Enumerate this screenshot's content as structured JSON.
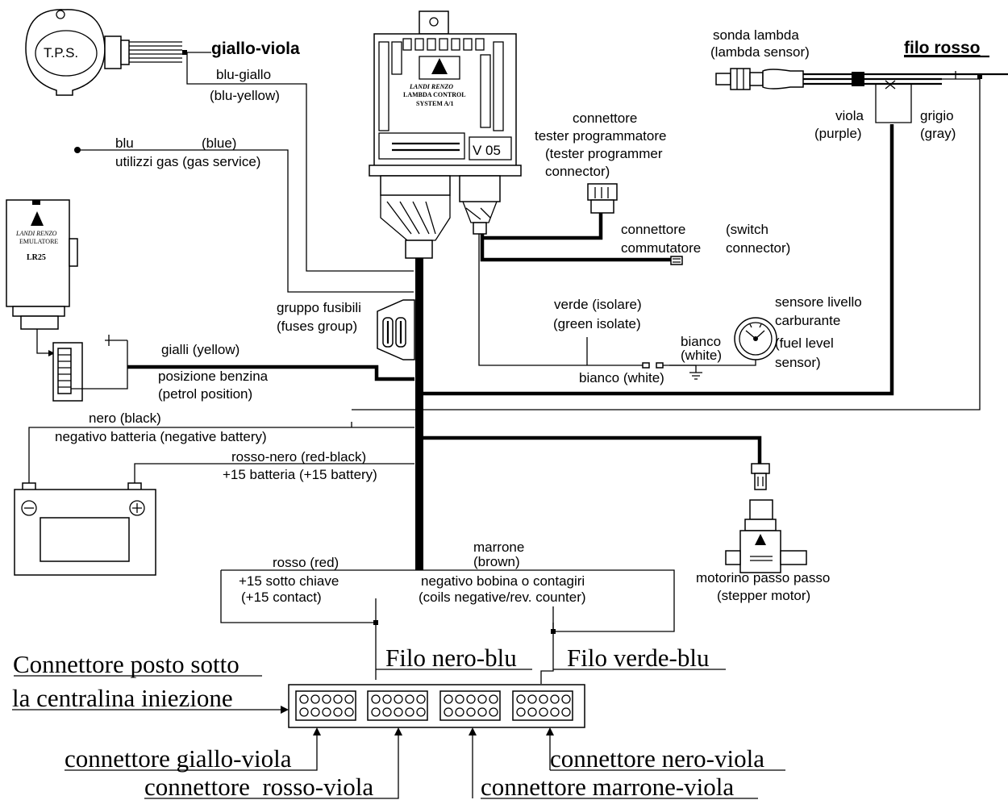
{
  "labels": {
    "tps": "T.P.S.",
    "giallo_viola": "giallo-viola",
    "blu_giallo_it": "blu-giallo",
    "blu_giallo_en": "(blu-yellow)",
    "blu_it": "blu",
    "blu_en": "(blue)",
    "utilizzi_gas": "utilizzi gas (gas service)",
    "ecu_brand": "LANDI RENZO",
    "ecu_line1": "LAMBDA CONTROL",
    "ecu_line2": "SYSTEM A/1",
    "ecu_version": "V 05",
    "emu_brand": "LANDI RENZO",
    "emu_type": "EMULATORE",
    "emu_model": "LR25",
    "tester_l1": "connettore",
    "tester_l2": "tester programmatore",
    "tester_l3": "(tester programmer",
    "tester_l4": "connector)",
    "sonda_it": "sonda lambda",
    "sonda_en": "(lambda sensor)",
    "filo_rosso": "filo rosso",
    "viola_it": "viola",
    "viola_en": "(purple)",
    "grigio_it": "grigio",
    "grigio_en": "(gray)",
    "commut_l1": "connettore",
    "commut_l2": "commutatore",
    "switch_l1": "(switch",
    "switch_l2": "connector)",
    "fusibili_it": "gruppo fusibili",
    "fusibili_en": "(fuses group)",
    "verde_it": "verde (isolare)",
    "verde_en": "(green isolate)",
    "sensore_l1": "sensore livello",
    "sensore_l2": "carburante",
    "sensore_l3": "(fuel level",
    "sensore_l4": "sensor)",
    "bianco_it": "bianco",
    "bianco_en": "(white)",
    "bianco_white": "bianco (white)",
    "gialli": "gialli (yellow)",
    "pos_benzina_it": "posizione benzina",
    "pos_benzina_en": "(petrol position)",
    "nero": "nero (black)",
    "neg_batteria": "negativo batteria (negative battery)",
    "rosso_nero": "rosso-nero (red-black)",
    "piu15_batteria": "+15 batteria (+15 battery)",
    "rosso_red": "rosso (red)",
    "marrone_it": "marrone",
    "marrone_en": "(brown)",
    "sotto_chiave_it": "+15 sotto chiave",
    "sotto_chiave_en": "(+15 contact)",
    "neg_bobina_it": "negativo bobina o contagiri",
    "neg_bobina_en": "(coils negative/rev. counter)",
    "motorino_it": "motorino passo passo",
    "motorino_en": "(stepper motor)",
    "connettore_sotto_l1": "Connettore posto sotto",
    "connettore_sotto_l2": "la centralina iniezione",
    "filo_nero_blu": "Filo nero-blu",
    "filo_verde_blu": "Filo verde-blu",
    "conn_giallo_viola": "connettore giallo-viola",
    "conn_rosso_viola": "connettore  rosso-viola",
    "conn_marrone_viola": "connettore marrone-viola",
    "conn_nero_viola": "connettore nero-viola"
  }
}
